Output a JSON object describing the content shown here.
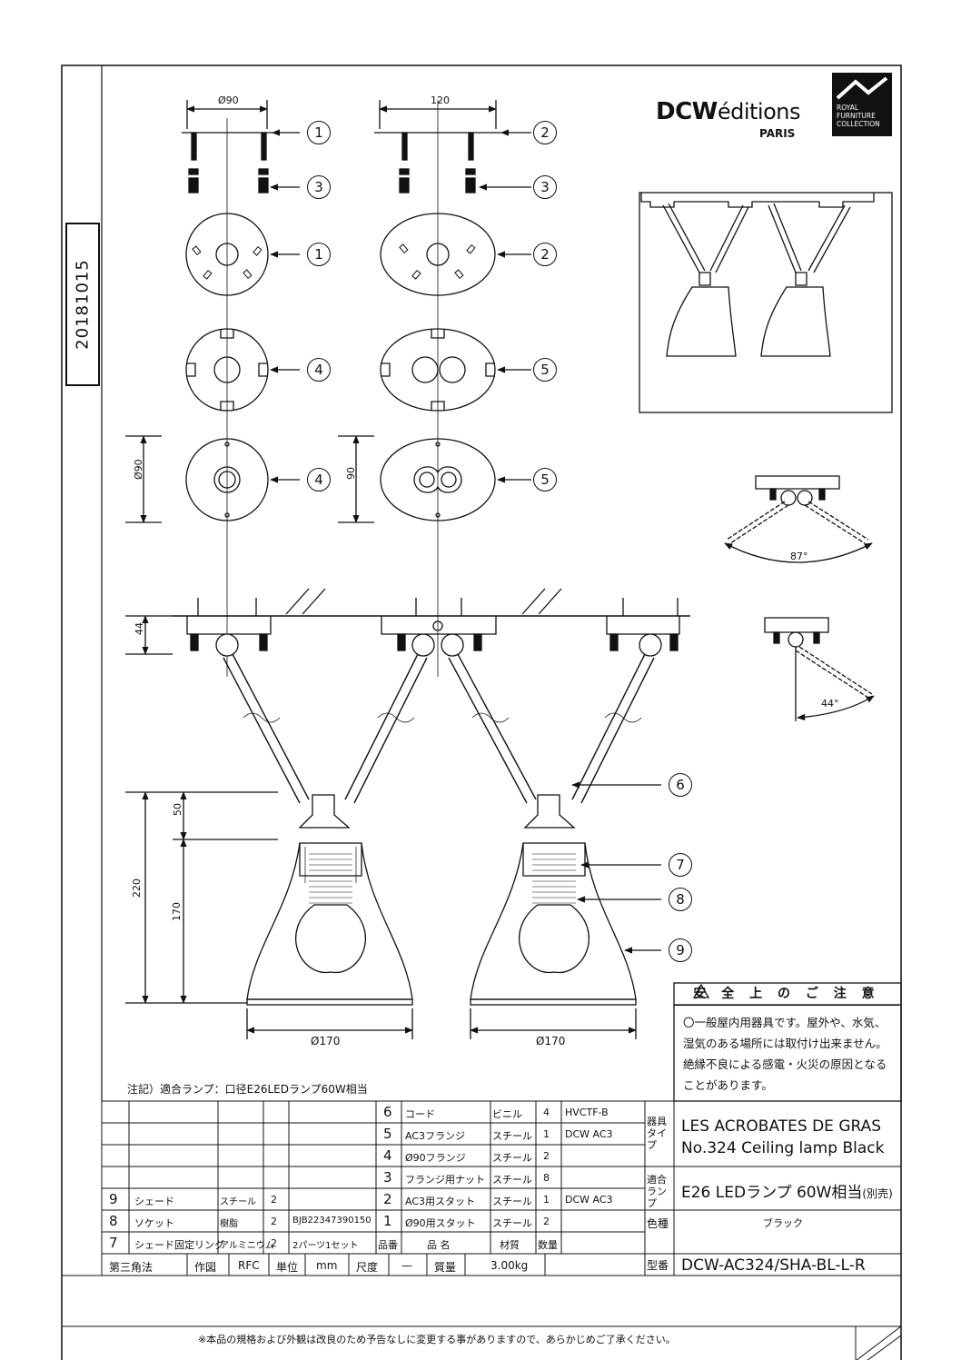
{
  "date_code": "20181015",
  "brand": {
    "name_bold": "DCW",
    "name_rest": "éditions",
    "city": "PARIS",
    "badge": [
      "ROYAL",
      "FURNITURE",
      "COLLECTION"
    ]
  },
  "dimensions": {
    "d90_top": "Ø90",
    "w120": "120",
    "d90_side": "Ø90",
    "h90_side": "90",
    "h44": "44",
    "h50": "50",
    "h220": "220",
    "h170": "170",
    "d170_left": "Ø170",
    "d170_right": "Ø170",
    "angle87": "87°",
    "angle44": "44°"
  },
  "callouts": {
    "c1a": "1",
    "c2a": "2",
    "c3a": "3",
    "c3b": "3",
    "c1b": "1",
    "c2b": "2",
    "c4a": "4",
    "c5a": "5",
    "c4b": "4",
    "c5b": "5",
    "c6": "6",
    "c7": "7",
    "c8": "8",
    "c9": "9"
  },
  "safety": {
    "title": "安 全 上 の ご 注 意",
    "body": "〇一般屋内用器具です。屋外や、水気、湿気のある場所には取付け出来ません。絶縁不良による感電・火災の原因となることがあります。"
  },
  "note": "注記）適合ランプ：口径E26LEDランプ60W相当",
  "parts_right": [
    {
      "no": "6",
      "name": "コード",
      "material": "ビニル",
      "qty": "4",
      "ref": "HVCTF-B"
    },
    {
      "no": "5",
      "name": "AC3フランジ",
      "material": "スチール",
      "qty": "1",
      "ref": "DCW AC3"
    },
    {
      "no": "4",
      "name": "Ø90フランジ",
      "material": "スチール",
      "qty": "2",
      "ref": ""
    },
    {
      "no": "3",
      "name": "フランジ用ナット",
      "material": "スチール",
      "qty": "8",
      "ref": ""
    },
    {
      "no": "2",
      "name": "AC3用スタット",
      "material": "スチール",
      "qty": "1",
      "ref": "DCW AC3"
    },
    {
      "no": "1",
      "name": "Ø90用スタット",
      "material": "スチール",
      "qty": "2",
      "ref": ""
    }
  ],
  "parts_left": [
    {
      "no": "9",
      "name": "シェード",
      "material": "スチール",
      "qty": "2",
      "ref": ""
    },
    {
      "no": "8",
      "name": "ソケット",
      "material": "樹脂",
      "qty": "2",
      "ref": "BJB22347390150"
    },
    {
      "no": "7",
      "name": "シェード固定リング",
      "material": "アルミニウム",
      "qty": "2",
      "ref": "2パーツ1セット"
    }
  ],
  "parts_header": {
    "no": "品番",
    "name": "品 名",
    "material": "材質",
    "qty": "数量"
  },
  "footer": {
    "projection": "第三角法",
    "drawn_label": "作図",
    "drawn": "RFC",
    "unit_label": "単位",
    "unit": "mm",
    "scale_label": "尺度",
    "scale": "—",
    "weight_label": "質量",
    "weight": "3.00kg"
  },
  "title_block": {
    "type_label": "器具タイプ",
    "type_line1": "LES ACROBATES DE GRAS",
    "type_line2": "No.324 Ceiling lamp Black",
    "lamp_label": "適合ランプ",
    "lamp": "E26 LEDランプ 60W相当",
    "lamp_note": "(別売)",
    "color_label": "色種",
    "color": "ブラック",
    "model_label": "型番",
    "model": "DCW-AC324/SHA-BL-L-R"
  },
  "disclaimer": "※本品の規格および外観は改良のため予告なしに変更する事がありますので、あらかじめご了承ください。"
}
